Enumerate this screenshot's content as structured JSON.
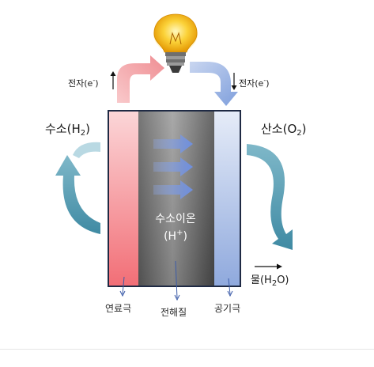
{
  "labels": {
    "electron": "전자(e",
    "electron_sup": "-",
    "electron_close": ")",
    "hydrogen": "수소(H",
    "hydrogen_sub": "2",
    "hydrogen_close": ")",
    "oxygen": "산소(O",
    "oxygen_sub": "2",
    "oxygen_close": ")",
    "hydrogen_ion": "수소이온",
    "hydrogen_ion_formula": "(H",
    "hydrogen_ion_sup": "+",
    "hydrogen_ion_close": ")",
    "water": "물(H",
    "water_sub": "2",
    "water_close": "O)",
    "fuel_electrode": "연료극",
    "electrolyte": "전해질",
    "air_electrode": "공기극"
  },
  "colors": {
    "anode": "#f47a7f",
    "electrolyte": "#7a7a7a",
    "cathode": "#a9bde6",
    "arrow_pink": "#f4a6a9",
    "arrow_blue": "#9fb8e6",
    "arrow_teal": "#5e9fb4",
    "ion_arrow": "#7a97e0",
    "bulb": "#f8c21a"
  },
  "icons": {
    "bulb": "lightbulb-icon"
  }
}
